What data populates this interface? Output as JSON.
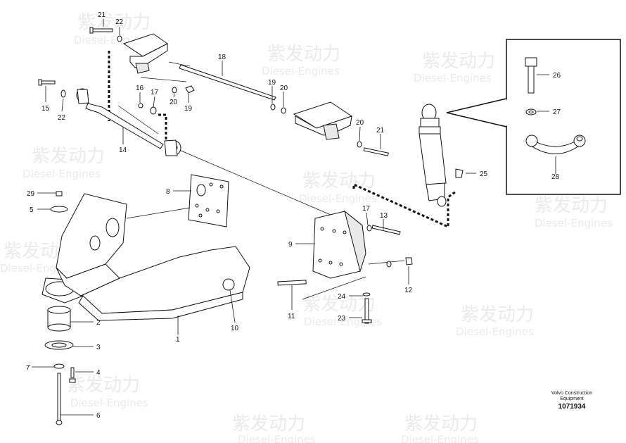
{
  "watermark": {
    "brand": "紫发动力",
    "sub": "Diesel-Engines"
  },
  "footer": {
    "company_line1": "Volvo Construction",
    "company_line2": "Equipment",
    "drawing_number": "1071934"
  },
  "callouts": [
    "1",
    "2",
    "3",
    "4",
    "5",
    "6",
    "7",
    "8",
    "9",
    "10",
    "11",
    "12",
    "13",
    "14",
    "15",
    "16",
    "17",
    "18",
    "19",
    "20",
    "21",
    "22",
    "23",
    "24",
    "25",
    "26",
    "27",
    "28",
    "29"
  ],
  "labels": {
    "l21a": "21",
    "l22a": "22",
    "l18": "18",
    "l16": "16",
    "l17a": "17",
    "l20a": "20",
    "l19a": "19",
    "l19b": "19",
    "l20b": "20",
    "l15": "15",
    "l22b": "22",
    "l14": "14",
    "l20c": "20",
    "l21b": "21",
    "l25": "25",
    "l29": "29",
    "l5": "5",
    "l8": "8",
    "l17b": "17",
    "l13": "13",
    "l9": "9",
    "l12": "12",
    "l24": "24",
    "l23": "23",
    "l11": "11",
    "l10": "10",
    "l1": "1",
    "l2": "2",
    "l3": "3",
    "l4": "4",
    "l7": "7",
    "l6": "6",
    "l26": "26",
    "l27": "27",
    "l28": "28"
  }
}
